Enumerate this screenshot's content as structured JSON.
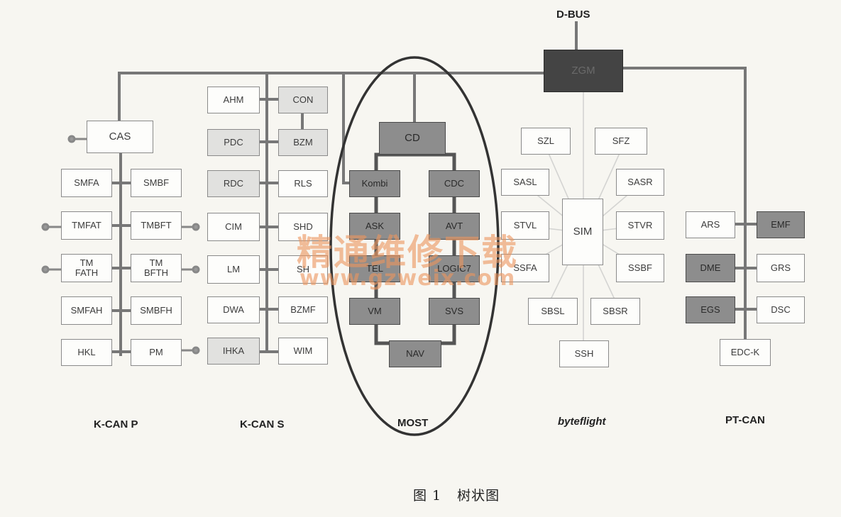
{
  "bus_label": "D-BUS",
  "zgm": "ZGM",
  "nodes": {
    "cas": "CAS",
    "smfa": "SMFA",
    "smbf": "SMBF",
    "tmfat": "TMFAT",
    "tmbft": "TMBFT",
    "tmfath": "TM\nFATH",
    "tmbfth": "TM\nBFTH",
    "smfah": "SMFAH",
    "smbfh": "SMBFH",
    "hkl": "HKL",
    "pm": "PM",
    "ahm": "AHM",
    "con": "CON",
    "pdc": "PDC",
    "bzm": "BZM",
    "rdc": "RDC",
    "rls": "RLS",
    "cim": "CIM",
    "shd": "SHD",
    "lm": "LM",
    "sh": "SH",
    "dwa": "DWA",
    "bzmf": "BZMF",
    "ihka": "IHKA",
    "wim": "WIM",
    "cd": "CD",
    "kombi": "Kombi",
    "cdc": "CDC",
    "ask": "ASK",
    "avt": "AVT",
    "tel": "TEL",
    "logic7": "LOGIC7",
    "vm": "VM",
    "svs": "SVS",
    "nav": "NAV",
    "szl": "SZL",
    "sfz": "SFZ",
    "sasl": "SASL",
    "sasr": "SASR",
    "stvl": "STVL",
    "sim": "SIM",
    "stvr": "STVR",
    "ssfa": "SSFA",
    "ssbf": "SSBF",
    "sbsl": "SBSL",
    "sbsr": "SBSR",
    "ssh": "SSH",
    "ars": "ARS",
    "emf": "EMF",
    "dme": "DME",
    "grs": "GRS",
    "egs": "EGS",
    "dsc": "DSC",
    "edck": "EDC-K"
  },
  "bus_labels": {
    "kcanp": "K-CAN P",
    "kcans": "K-CAN S",
    "most": "MOST",
    "byteflight": "byteflight",
    "ptcan": "PT-CAN"
  },
  "caption": {
    "figure": "图 1",
    "title": "树状图"
  },
  "watermark": {
    "line1": "精通维修下载",
    "line2": "www.gzweix.com"
  }
}
